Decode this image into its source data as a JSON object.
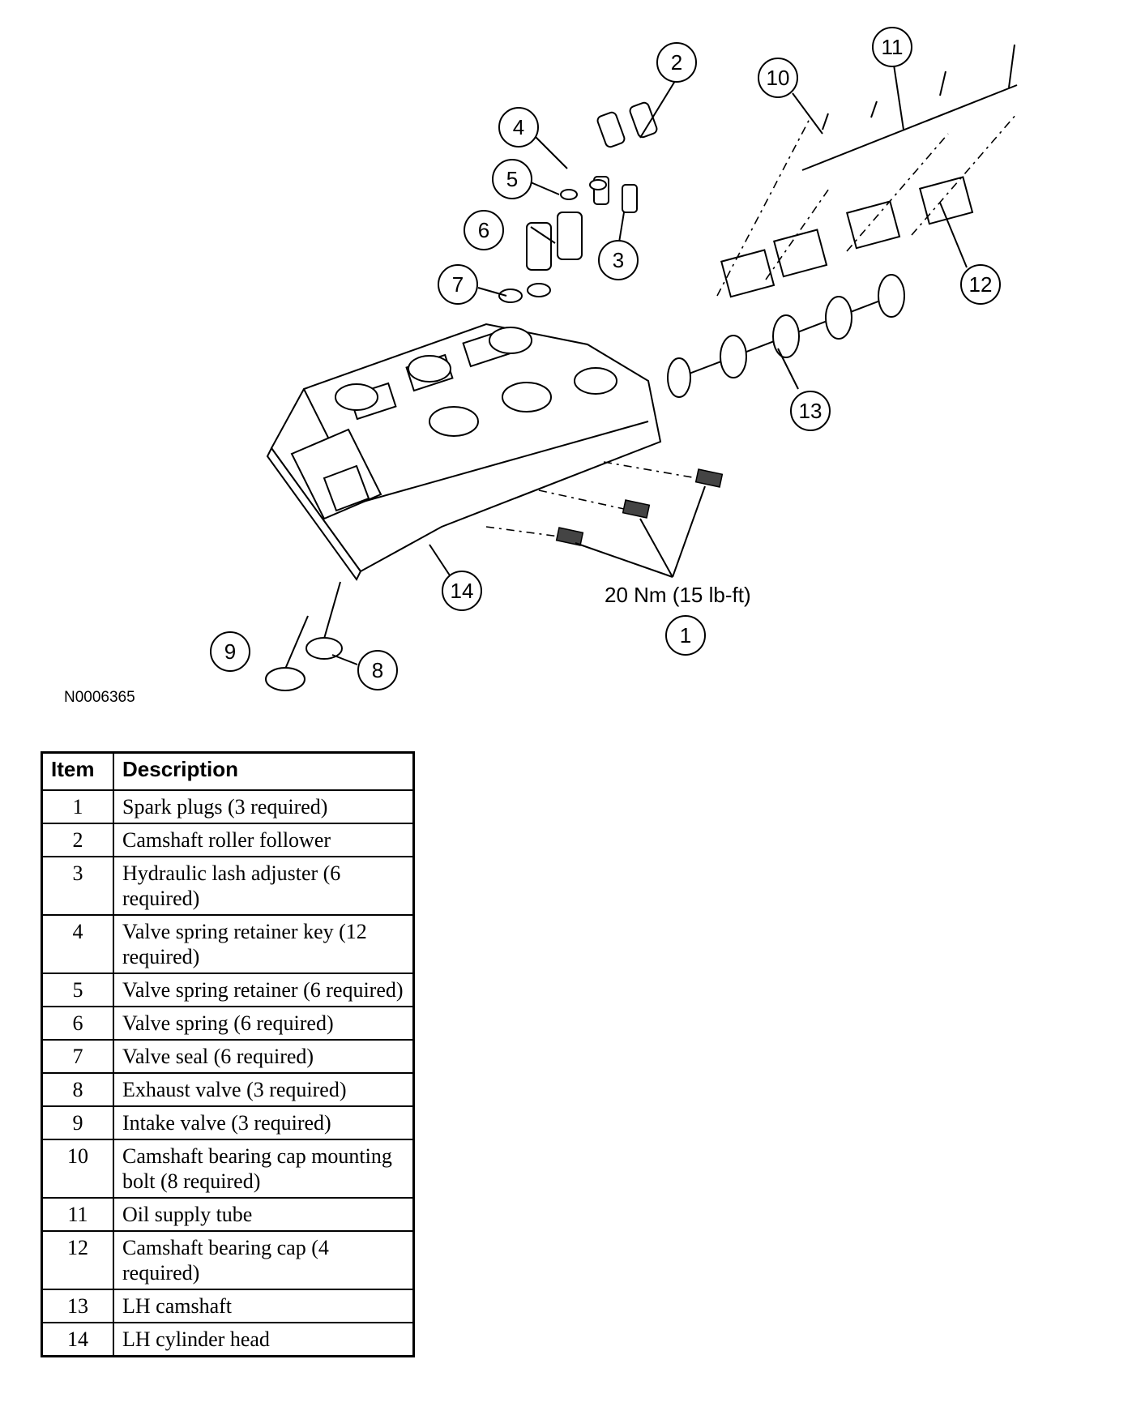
{
  "diagram": {
    "figure_id": "N0006365",
    "torque_spec": "20 Nm (15 lb-ft)",
    "callouts": [
      "1",
      "2",
      "3",
      "4",
      "5",
      "6",
      "7",
      "8",
      "9",
      "10",
      "11",
      "12",
      "13",
      "14"
    ]
  },
  "legend": {
    "headers": {
      "item": "Item",
      "description": "Description"
    },
    "rows": [
      {
        "item": "1",
        "description": "Spark plugs (3 required)"
      },
      {
        "item": "2",
        "description": "Camshaft roller follower"
      },
      {
        "item": "3",
        "description": "Hydraulic lash adjuster (6 required)"
      },
      {
        "item": "4",
        "description": "Valve spring retainer key (12 required)"
      },
      {
        "item": "5",
        "description": "Valve spring retainer (6 required)"
      },
      {
        "item": "6",
        "description": "Valve spring (6 required)"
      },
      {
        "item": "7",
        "description": "Valve seal (6 required)"
      },
      {
        "item": "8",
        "description": "Exhaust valve (3 required)"
      },
      {
        "item": "9",
        "description": "Intake valve (3 required)"
      },
      {
        "item": "10",
        "description": "Camshaft bearing cap mounting bolt (8 required)"
      },
      {
        "item": "11",
        "description": "Oil supply tube"
      },
      {
        "item": "12",
        "description": "Camshaft bearing cap (4 required)"
      },
      {
        "item": "13",
        "description": "LH camshaft"
      },
      {
        "item": "14",
        "description": "LH cylinder head"
      }
    ]
  }
}
